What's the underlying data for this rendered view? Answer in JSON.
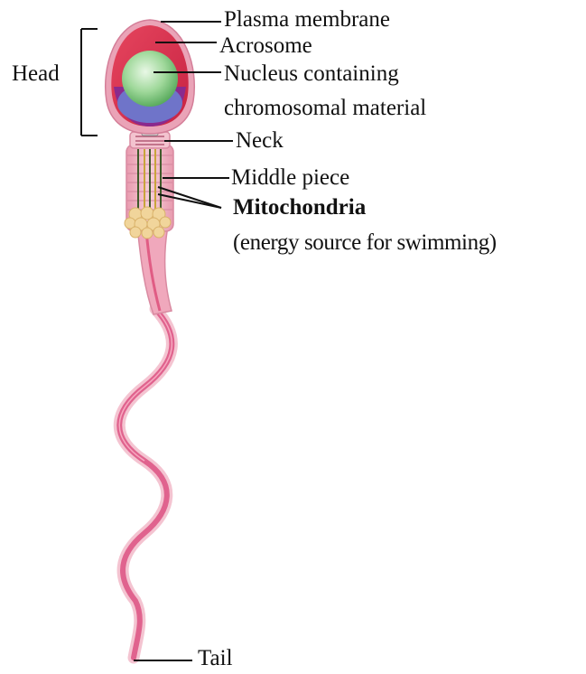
{
  "labels": {
    "head": "Head",
    "plasma_membrane": "Plasma membrane",
    "acrosome": "Acrosome",
    "nucleus_line1": "Nucleus containing",
    "nucleus_line2": "chromosomal material",
    "neck": "Neck",
    "middle_piece": "Middle piece",
    "mitochondria": "Mitochondria",
    "mitochondria_note": "(energy source for swimming)",
    "tail": "Tail"
  },
  "colors": {
    "plasma_membrane": "#e8a6b8",
    "acrosome": "#d9344f",
    "nucleus": "#8fd08a",
    "head_base": "#8a2a8e",
    "head_lower": "#6f74c9",
    "midpiece": "#f1b9c8",
    "mitochondria": "#f1d59b",
    "tail": "#e0638e",
    "tail_outline": "#f4c4d1",
    "lines": "#111111"
  }
}
